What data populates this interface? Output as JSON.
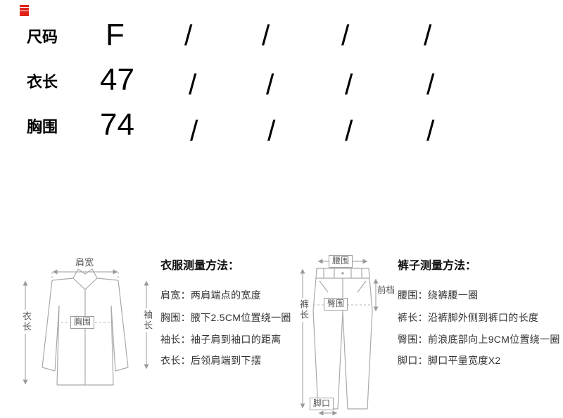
{
  "watermark": {
    "color": "#e2231a"
  },
  "size_table": {
    "rows": [
      {
        "label": "尺码",
        "value": "F",
        "slashes": [
          "/",
          "/",
          "/",
          "/"
        ]
      },
      {
        "label": "衣长",
        "value": "47",
        "slashes": [
          "/",
          "/",
          "/",
          "/"
        ]
      },
      {
        "label": "胸围",
        "value": "74",
        "slashes": [
          "/",
          "/",
          "/",
          "/"
        ]
      }
    ]
  },
  "shirt": {
    "diagram_labels": {
      "shoulder_width": "肩宽",
      "garment_length": "衣长",
      "sleeve_length": "袖长",
      "chest": "胸围"
    },
    "instructions": {
      "title": "衣服测量方法：",
      "items": [
        "肩宽：两肩端点的宽度",
        "胸围：腋下2.5CM位置绕一圈",
        "袖长：袖子肩到袖口的距离",
        "衣长：后领肩端到下摆"
      ]
    }
  },
  "pants": {
    "diagram_labels": {
      "waist": "腰围",
      "front_rise": "前档",
      "pants_length": "裤长",
      "hip": "臀围",
      "leg_opening": "脚口"
    },
    "instructions": {
      "title": "裤子测量方法：",
      "items": [
        "腰围：绕裤腰一圈",
        "裤长：沿裤脚外侧到裤口的长度",
        "臀围：前浪底部向上9CM位置绕一圈",
        "脚口：脚口平量宽度X2"
      ]
    }
  }
}
